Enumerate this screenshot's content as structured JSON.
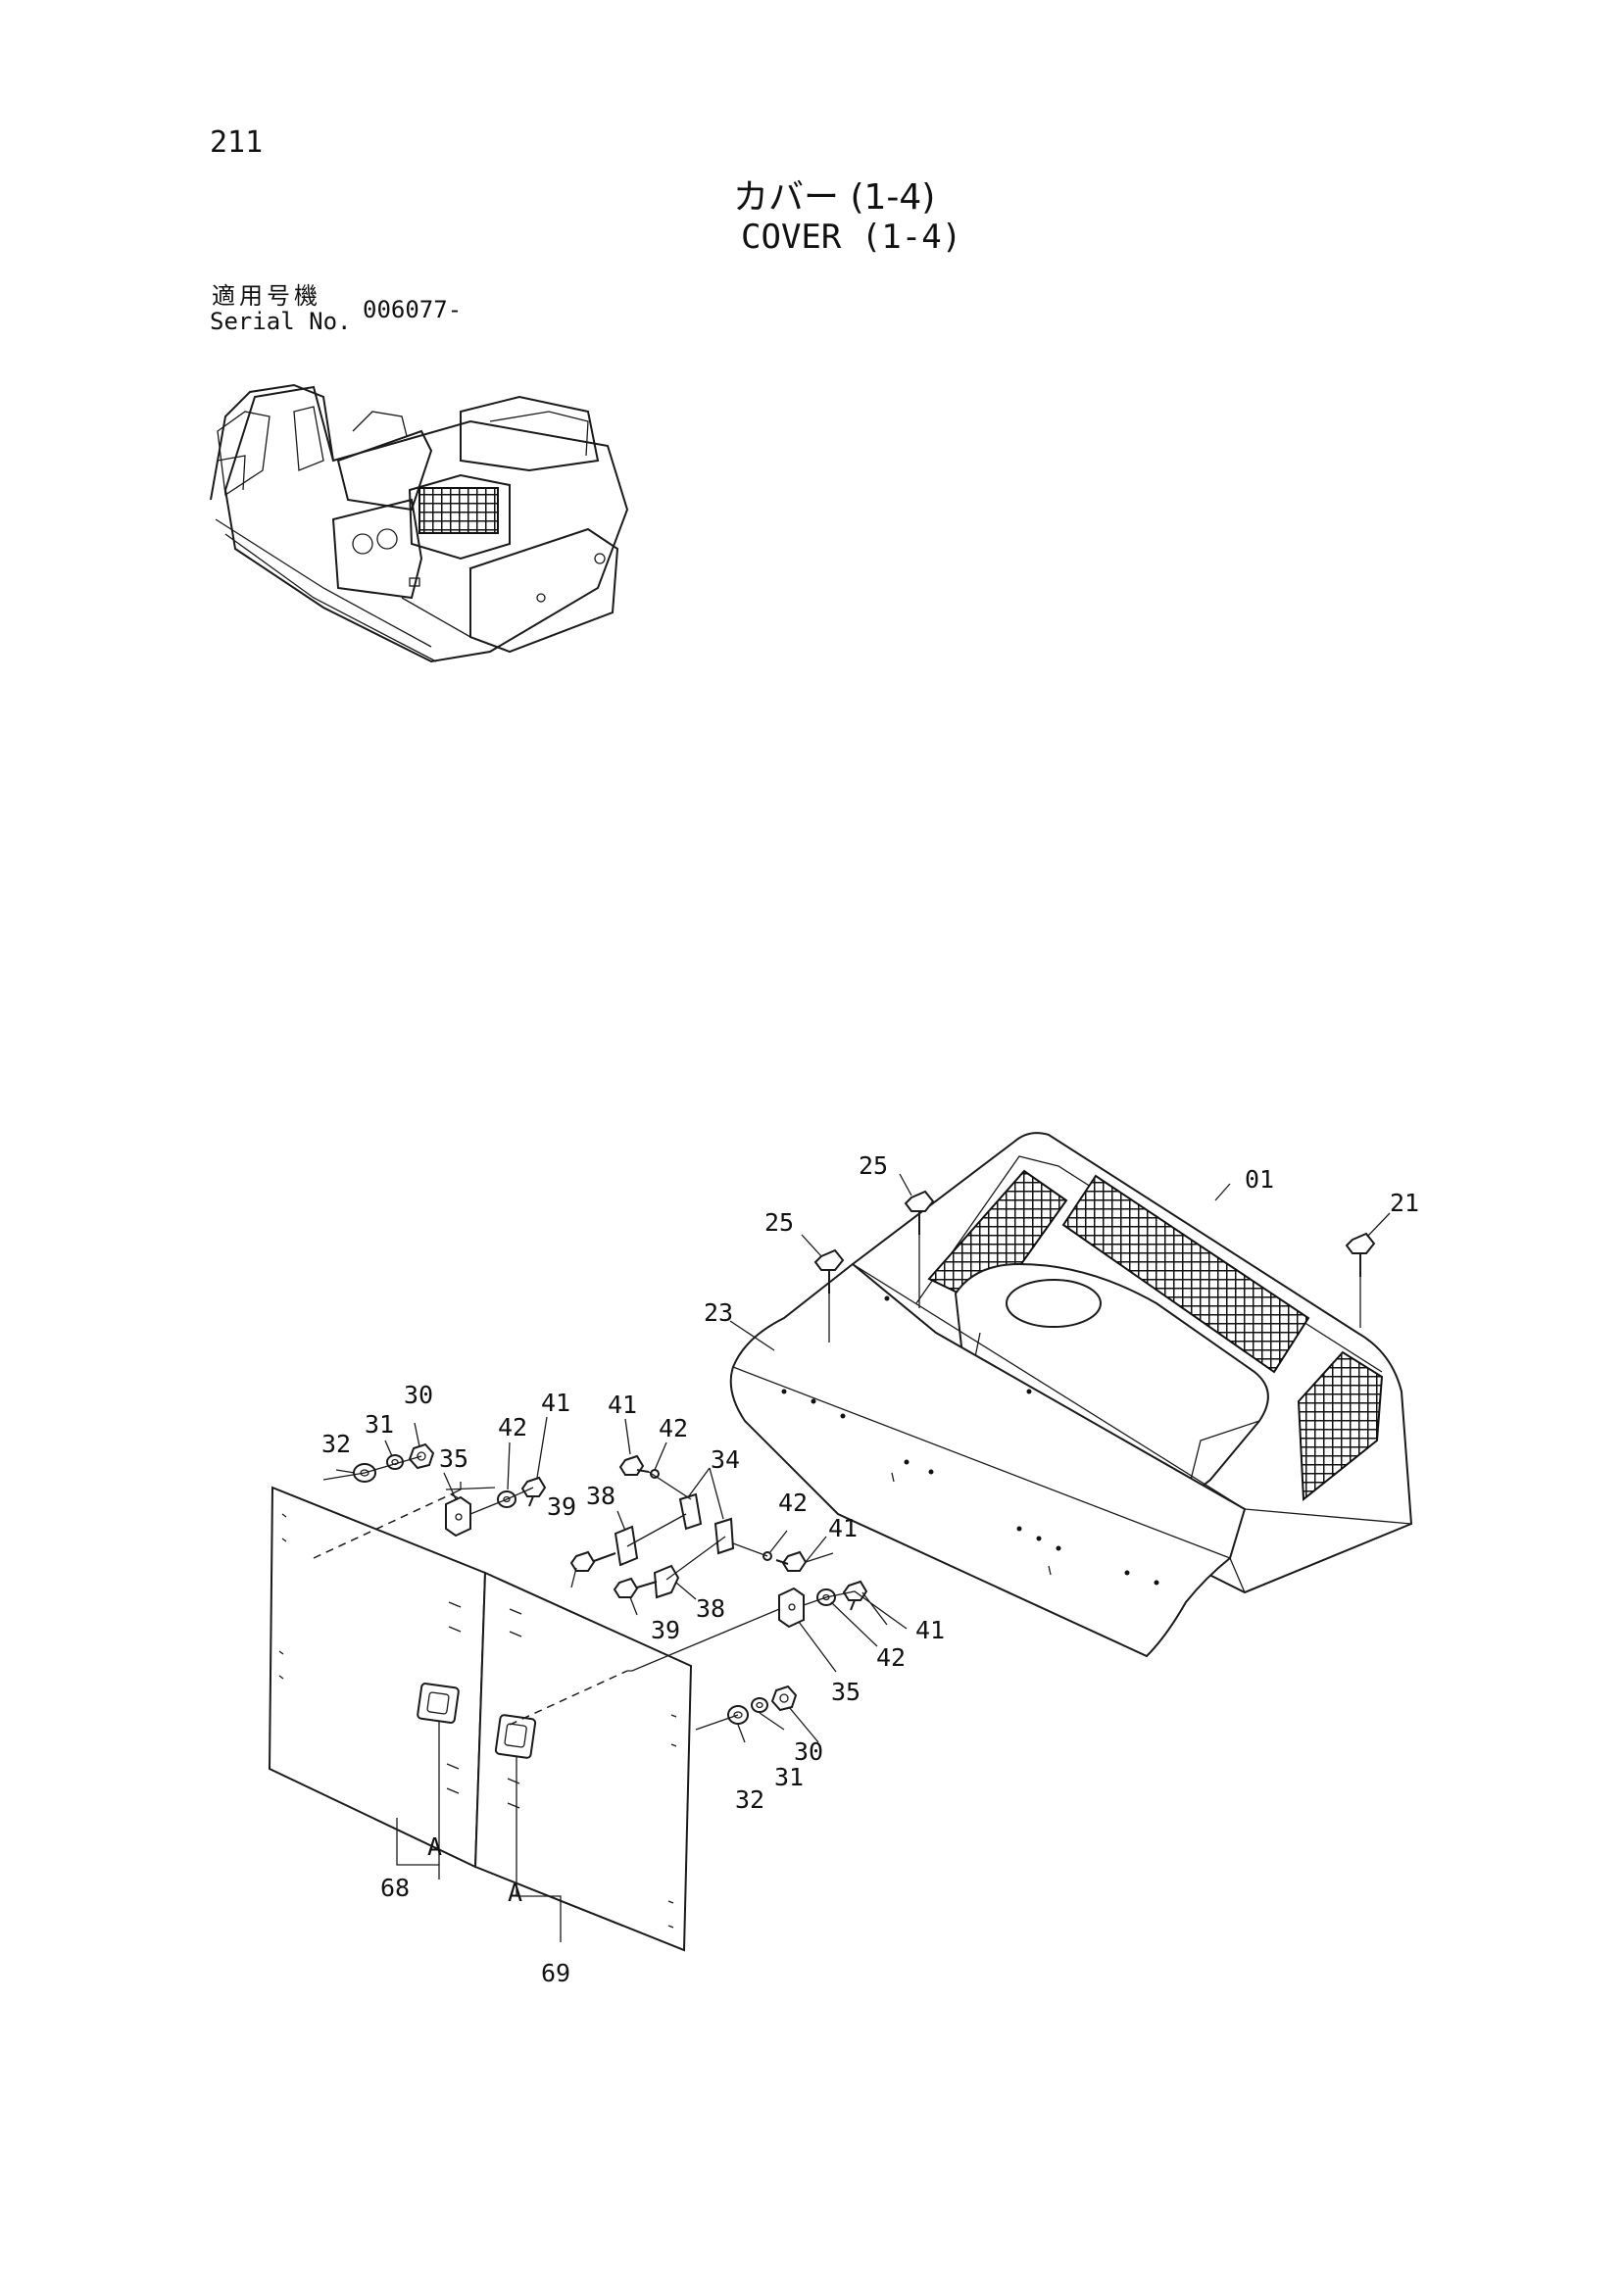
{
  "header": {
    "page_number": "211",
    "title_jp": "カバー (1-4)",
    "title_en": "COVER (1-4)",
    "serial_label_jp": "適用号機",
    "serial_label_en": "Serial No.",
    "serial_value": "006077-"
  },
  "callouts": {
    "c01": "01",
    "c21": "21",
    "c23": "23",
    "c25a": "25",
    "c25b": "25",
    "c30a": "30",
    "c30b": "30",
    "c31a": "31",
    "c31b": "31",
    "c32a": "32",
    "c32b": "32",
    "c34": "34",
    "c35a": "35",
    "c35b": "35",
    "c38a": "38",
    "c38b": "38",
    "c39a": "39",
    "c39b": "39",
    "c41a": "41",
    "c41b": "41",
    "c41c": "41",
    "c41d": "41",
    "c42a": "42",
    "c42b": "42",
    "c42c": "42",
    "c42d": "42",
    "c68": "68",
    "c69": "69",
    "cAa": "A",
    "cAb": "A"
  }
}
